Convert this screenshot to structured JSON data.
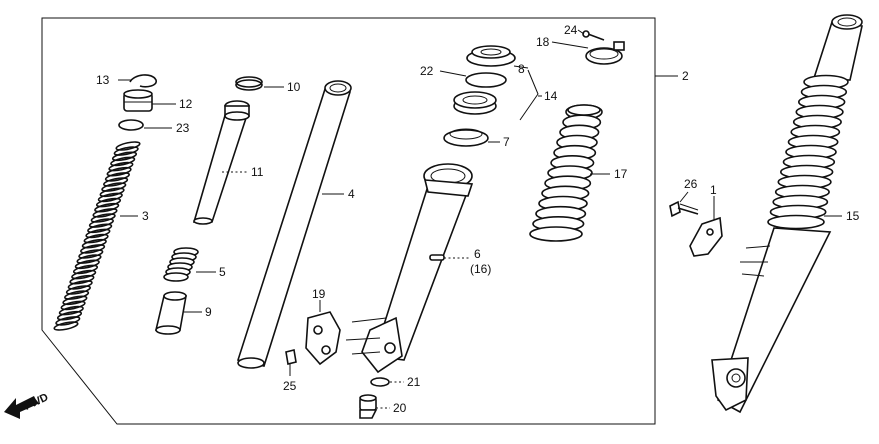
{
  "callouts": {
    "p1": "1",
    "p2": "2",
    "p3": "3",
    "p4": "4",
    "p5": "5",
    "p6": "6",
    "p6alt": "(16)",
    "p7": "7",
    "p8": "8",
    "p9": "9",
    "p10": "10",
    "p11": "11",
    "p12": "12",
    "p13": "13",
    "p14": "14",
    "p15": "15",
    "p17": "17",
    "p18": "18",
    "p19": "19",
    "p20": "20",
    "p21": "21",
    "p22": "22",
    "p23": "23",
    "p24": "24",
    "p25": "25",
    "p26": "26"
  },
  "direction_label": "FWD"
}
